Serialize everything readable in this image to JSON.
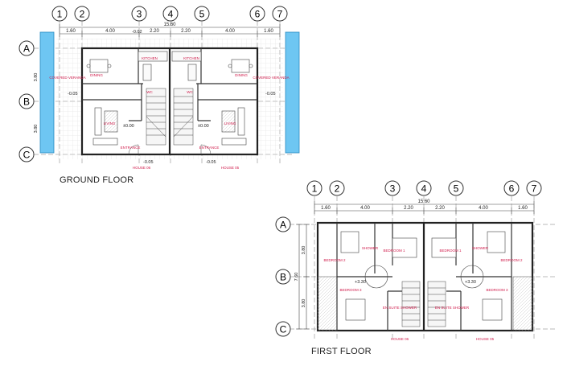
{
  "ground_floor": {
    "caption": "GROUND FLOOR",
    "grid_columns": [
      "1",
      "2",
      "3",
      "4",
      "5",
      "6",
      "7"
    ],
    "grid_rows": [
      "A",
      "B",
      "C"
    ],
    "overall_width": "15.60",
    "segments": [
      "1.60",
      "4.00",
      "2.20",
      "2.20",
      "4.00",
      "1.60"
    ],
    "row_dims": [
      "3.80",
      "3.80"
    ],
    "rooms": {
      "kitchen": "KITCHEN",
      "dining": "DINING",
      "covered_veranda": "COVERED VERANDA",
      "living": "LIVING",
      "entrance": "ENTRANCE",
      "wc": "WC"
    },
    "levels": {
      "top": "-0.02",
      "side": "-0.05",
      "floor": "±0.00",
      "bottom": "-0.05"
    },
    "houses": [
      "HOUSE 06",
      "HOUSE 05"
    ]
  },
  "first_floor": {
    "caption": "FIRST FLOOR",
    "grid_columns": [
      "1",
      "2",
      "3",
      "4",
      "5",
      "6",
      "7"
    ],
    "grid_rows": [
      "A",
      "B",
      "C"
    ],
    "overall_width": "15.60",
    "segments": [
      "1.60",
      "4.00",
      "2.20",
      "2.20",
      "4.00",
      "1.60"
    ],
    "row_dims": [
      "3.80",
      "3.80"
    ],
    "overall_height": "7.60",
    "rooms": {
      "bedroom_1": "BEDROOM 1",
      "bedroom_2": "BEDROOM 2",
      "bedroom_3": "BEDROOM 3",
      "shower": "SHOWER",
      "en_suite": "EN SUITE SHOWER"
    },
    "levels": {
      "landing": "+3.30"
    },
    "houses": [
      "HOUSE 06",
      "HOUSE 05"
    ]
  },
  "colors": {
    "line": "#333333",
    "room_label": "#d01a4a",
    "pool": "#6ec6f2",
    "grid_line": "#555555"
  }
}
